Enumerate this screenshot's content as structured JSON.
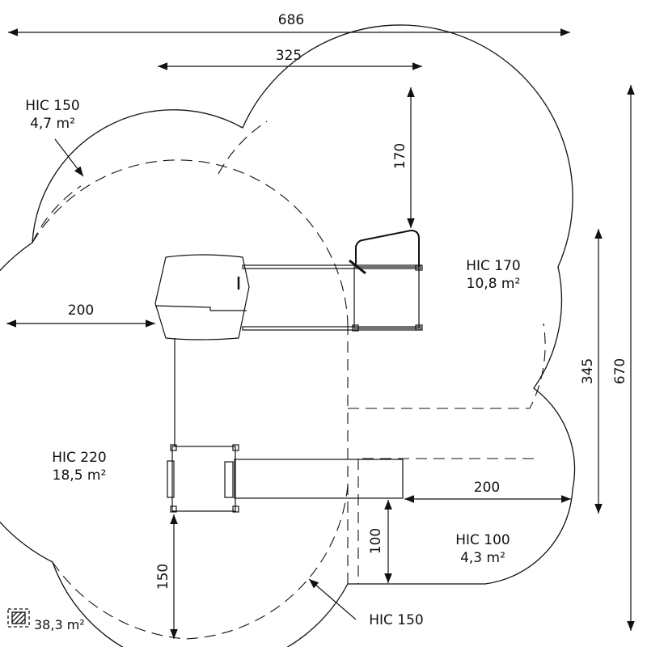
{
  "dimensions": {
    "total_width": "686",
    "upper_width": "325",
    "top_clearance": "170",
    "right_height": "345",
    "total_height": "670",
    "left_clearance": "200",
    "slide_clearance": "200",
    "slide_side_clearance": "100",
    "bottom_clearance": "150"
  },
  "zones": [
    {
      "hic": "HIC 150",
      "area": "4,7 m²"
    },
    {
      "hic": "HIC 170",
      "area": "10,8 m²"
    },
    {
      "hic": "HIC 220",
      "area": "18,5 m²"
    },
    {
      "hic": "HIC 100",
      "area": "4,3 m²"
    },
    {
      "hic": "HIC 150"
    }
  ],
  "legend": {
    "total_area": "38,3 m²",
    "icon": "hatched-area-icon"
  },
  "colors": {
    "line": "#111111",
    "background": "#ffffff"
  }
}
